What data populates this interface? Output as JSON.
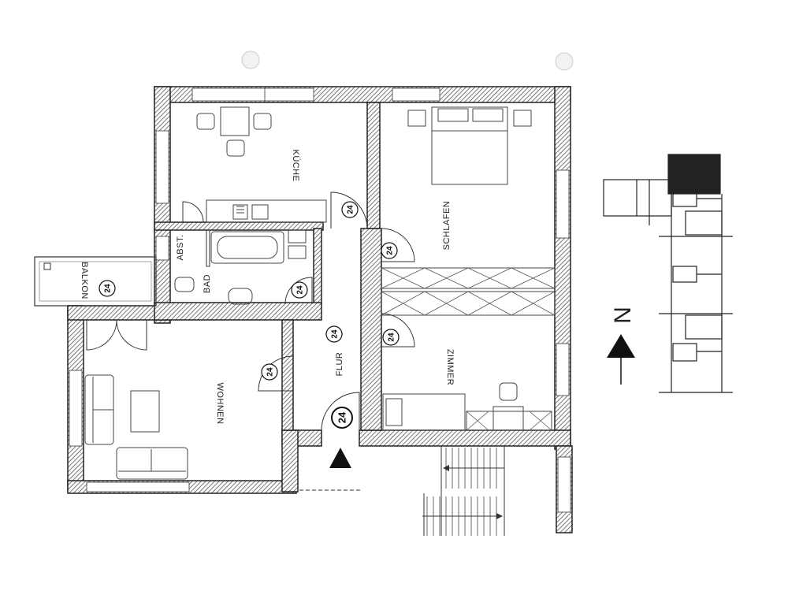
{
  "rooms": {
    "kueche": "KÜCHE",
    "schlafen": "SCHLAFEN",
    "bad": "BAD",
    "abst": "ABST.",
    "balkon": "BALKON",
    "wohnen": "WOHNEN",
    "flur": "FLUR",
    "zimmer": "ZIMMER"
  },
  "door_markers": {
    "kueche": "24",
    "schlafen": "24",
    "bad": "24",
    "balkon": "24",
    "flur": "24",
    "zimmer": "24",
    "wohnen": "24",
    "entrance": "24"
  },
  "compass": {
    "letter": "N"
  },
  "colors": {
    "line": "#222222",
    "background": "#ffffff",
    "hatch": "#555555"
  }
}
